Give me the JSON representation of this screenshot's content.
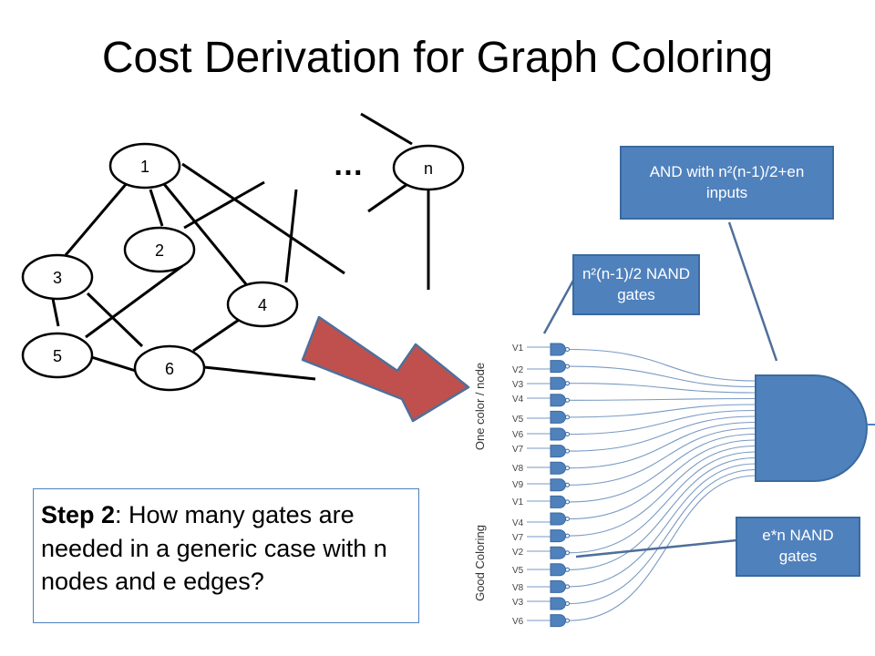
{
  "title": "Cost Derivation for Graph Coloring",
  "graph": {
    "node_labels": [
      "1",
      "2",
      "3",
      "4",
      "5",
      "6",
      "n"
    ],
    "ellipsis": "…"
  },
  "circuit": {
    "group_labels": {
      "one_color": "One color / node",
      "good_coloring": "Good Coloring"
    },
    "upper_inputs": [
      "V1",
      "V2",
      "V3",
      "V4",
      "V5",
      "V6",
      "V7",
      "V8",
      "V9"
    ],
    "lower_inputs": [
      "V1",
      "V4",
      "V7",
      "V2",
      "V5",
      "V8",
      "V3",
      "V6"
    ]
  },
  "callouts": {
    "and_gate": "AND with n²(n-1)/2+en inputs",
    "nand_top": "n²(n-1)/2 NAND gates",
    "nand_bottom": "e*n NAND gates"
  },
  "question": {
    "step": "Step 2",
    "text": ": How many gates are needed in a generic case with n nodes and e edges?"
  },
  "colors": {
    "accent_blue": "#4f81bd",
    "arrow_red": "#c0504d"
  }
}
